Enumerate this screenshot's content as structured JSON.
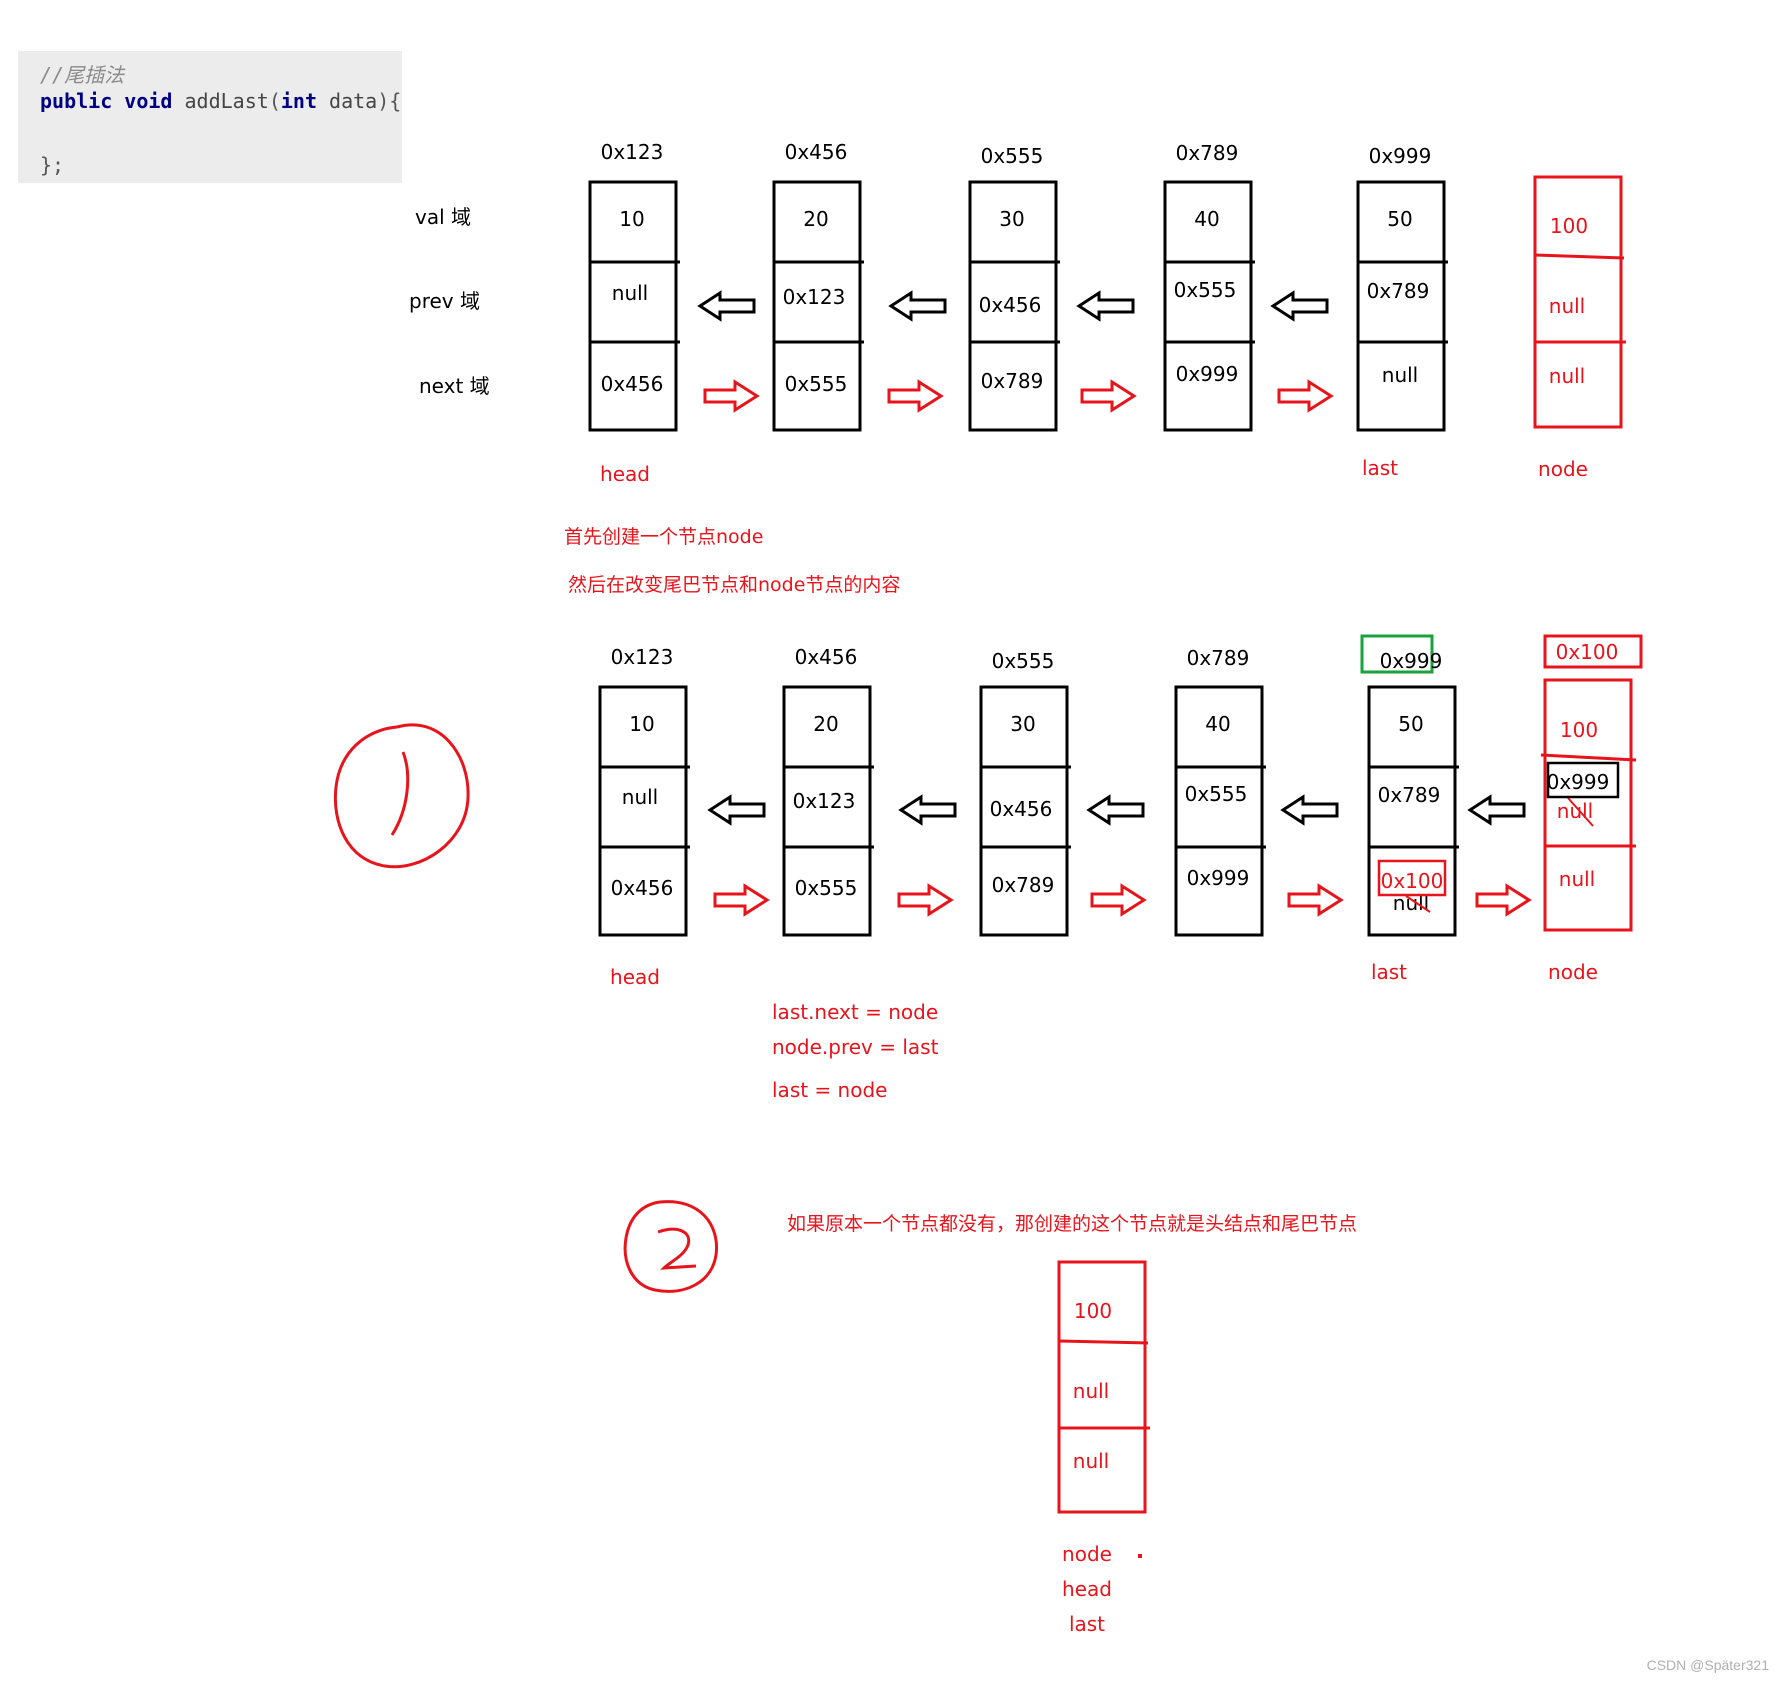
{
  "code": {
    "comment": "//尾插法",
    "kw_public": "public",
    "kw_void": "void",
    "method": "addLast",
    "kw_int": "int",
    "param": "data",
    "close": "};"
  },
  "field_labels": [
    "val 域",
    "prev 域",
    "next 域"
  ],
  "part1": {
    "addresses": [
      "0x123",
      "0x456",
      "0x555",
      "0x789",
      "0x999"
    ],
    "nodes": [
      {
        "val": "10",
        "prev": "null",
        "next": "0x456"
      },
      {
        "val": "20",
        "prev": "0x123",
        "next": "0x555"
      },
      {
        "val": "30",
        "prev": "0x456",
        "next": "0x789"
      },
      {
        "val": "40",
        "prev": "0x555",
        "next": "0x999"
      },
      {
        "val": "50",
        "prev": "0x789",
        "next": "null"
      }
    ],
    "new_node": {
      "val": "100",
      "prev": "null",
      "next": "null"
    },
    "head_label": "head",
    "last_label": "last",
    "node_label": "node",
    "note1": "首先创建一个节点node",
    "note2": "然后在改变尾巴节点和node节点的内容"
  },
  "part2": {
    "step_mark": "1",
    "addresses": [
      "0x123",
      "0x456",
      "0x555",
      "0x789",
      "0x999"
    ],
    "new_addr": "0x100",
    "nodes": [
      {
        "val": "10",
        "prev": "null",
        "next": "0x456"
      },
      {
        "val": "20",
        "prev": "0x123",
        "next": "0x555"
      },
      {
        "val": "30",
        "prev": "0x456",
        "next": "0x789"
      },
      {
        "val": "40",
        "prev": "0x555",
        "next": "0x999"
      },
      {
        "val": "50",
        "prev": "0x789",
        "next_old": "null",
        "next_new": "0x100"
      }
    ],
    "new_node": {
      "val": "100",
      "prev_old": "null",
      "prev_new": "0x999",
      "next": "null"
    },
    "head_label": "head",
    "last_label": "last",
    "node_label": "node",
    "code_lines": [
      "last.next = node",
      "node.prev = last",
      "last = node"
    ]
  },
  "part3": {
    "step_mark": "2",
    "note": "如果原本一个节点都没有，那创建的这个节点就是头结点和尾巴节点",
    "node": {
      "val": "100",
      "prev": "null",
      "next": "null"
    },
    "labels": [
      "node",
      "head",
      "last"
    ]
  },
  "watermark": "CSDN @Später321",
  "colors": {
    "red": "#e8141c",
    "green": "#1aa33a",
    "black": "#000000"
  }
}
